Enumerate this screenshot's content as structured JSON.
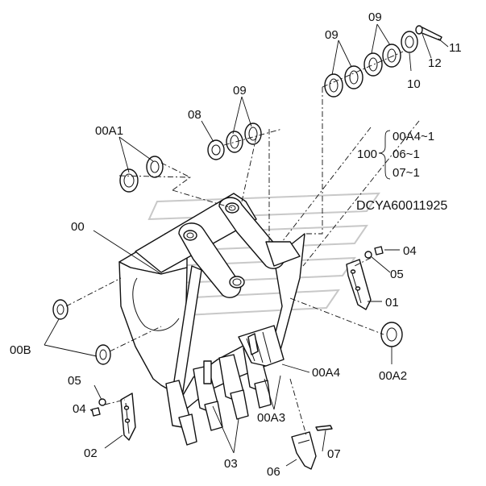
{
  "drawing_code": "DCYA60011925",
  "callouts": {
    "c_00A1": "00A1",
    "c_08": "08",
    "c_09_mid": "09",
    "c_09_top_left": "09",
    "c_09_top_right": "09",
    "c_10": "10",
    "c_11": "11",
    "c_12": "12",
    "c_100": "100",
    "c_00": "00",
    "c_00B": "00B",
    "c_04_right": "04",
    "c_05_right": "05",
    "c_01": "01",
    "c_00A2": "00A2",
    "c_00A4": "00A4",
    "c_00A3": "00A3",
    "c_05_left": "05",
    "c_04_left": "04",
    "c_02": "02",
    "c_03": "03",
    "c_06": "06",
    "c_07": "07"
  },
  "assembly_100": [
    "00A4~1",
    "06~1",
    "07~1"
  ],
  "colors": {
    "line": "#111111",
    "watermark": "#c8c8c8"
  }
}
